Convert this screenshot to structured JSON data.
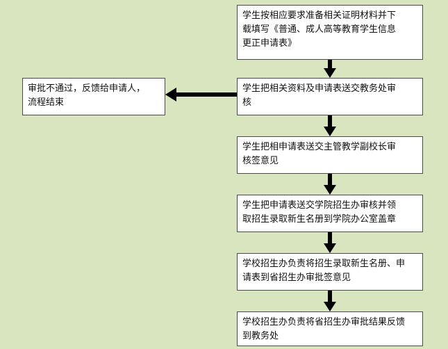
{
  "flowchart": {
    "steps": [
      "学生按相应要求准备相关证明材料并下\n载填写《普通、成人高等教育学生信息\n更正申请表》",
      "学生把相关资料及申请表送交教务处审\n核",
      "学生把相申请表送交主管教学副校长审\n核签意见",
      "学生把申请表送交学院招生办审核并领\n取招生录取新生名册到学院办公室盖章",
      "学校招生办负责将招生录取新生名册、申\n请表到省招生办审批签意见",
      "学校招生办负责将省招生办审批结果反馈\n到教务处"
    ],
    "reject": "审批不通过，反馈给申请人，\n流程结束"
  }
}
